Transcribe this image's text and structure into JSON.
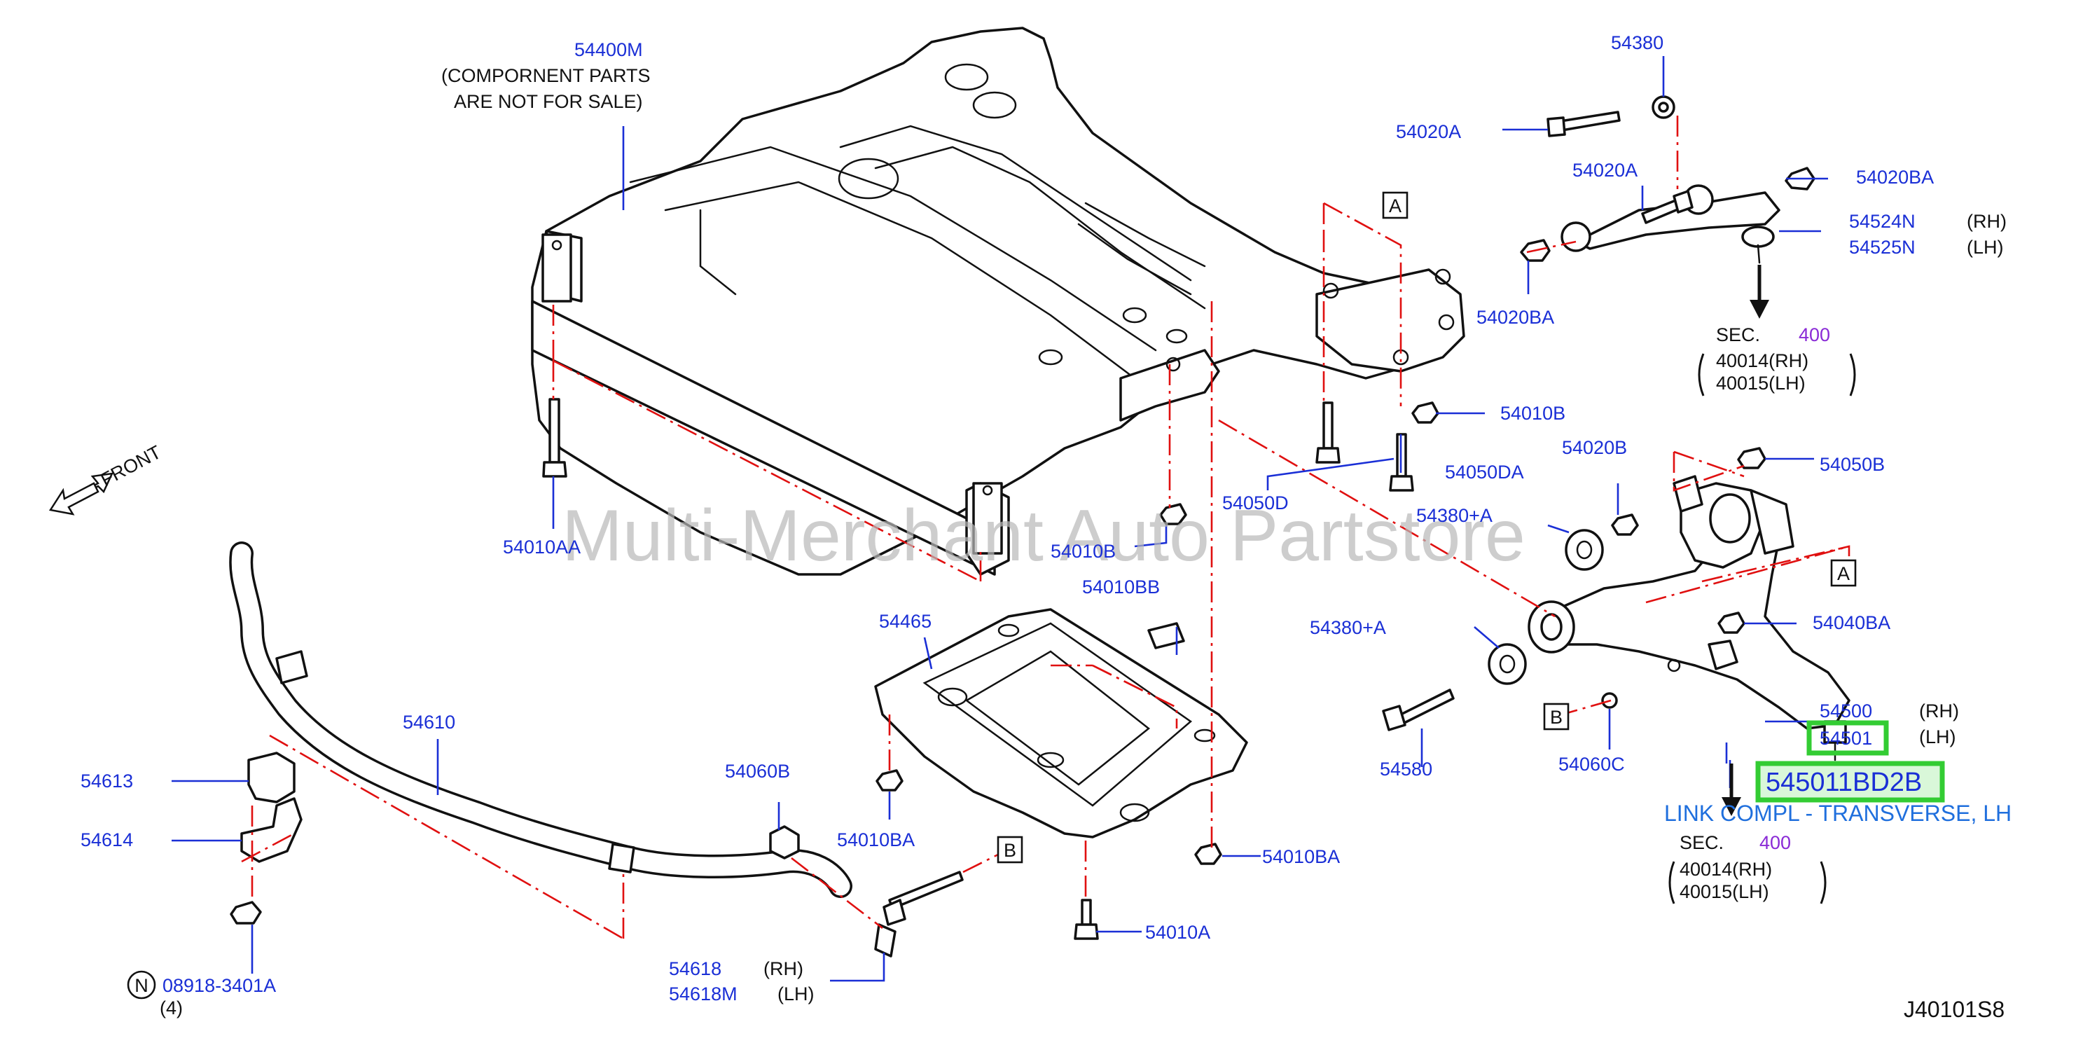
{
  "diagram": {
    "code": "J40101S8",
    "watermark": "Multi-Merchant Auto Partstore",
    "front_label": "FRONT",
    "highlight": {
      "part_number": "545011BD2B",
      "description": "LINK COMPL - TRANSVERSE, LH",
      "boxed_callout": "54501"
    },
    "callouts": {
      "c54400M": "54400M",
      "note1": "(COMPORNENT   PARTS",
      "note2": "ARE   NOT   FOR   SALE)",
      "c54380": "54380",
      "c54020A_1": "54020A",
      "c54020A_2": "54020A",
      "c54020BA_1": "54020BA",
      "c54020BA_2": "54020BA",
      "c54524N": "54524N",
      "c54525N": "54525N",
      "rh_1": "(RH)",
      "lh_1": "(LH)",
      "sec_1": "SEC.",
      "sec_1_num": "400",
      "ref_a1": "40014(RH)",
      "ref_b1": "40015(LH)",
      "c54010B_1": "54010B",
      "c54050DA": "54050DA",
      "c54050D": "54050D",
      "c54020B": "54020B",
      "c54050B": "54050B",
      "c54380A_1": "54380+A",
      "c54380A_2": "54380+A",
      "c54040BA": "54040BA",
      "c54010AA": "54010AA",
      "c54010B_2": "54010B",
      "c54010BB": "54010BB",
      "c54465": "54465",
      "c54610": "54610",
      "c54613": "54613",
      "c54614": "54614",
      "c54060B": "54060B",
      "c54010BA_1": "54010BA",
      "c54010BA_2": "54010BA",
      "c54010A": "54010A",
      "c54618": "54618",
      "c54618M": "54618M",
      "rh_2": "(RH)",
      "lh_2": "(LH)",
      "n_part": "08918-3401A",
      "n_qty": "(4)",
      "n_symbol": "N",
      "c54580": "54580",
      "c54060C": "54060C",
      "c54500": "54500",
      "rh_3": "(RH)",
      "lh_3": "(LH)",
      "sec_2": "SEC.",
      "sec_2_num": "400",
      "ref_a2": "40014(RH)",
      "ref_b2": "40015(LH)",
      "box_a1": "A",
      "box_a2": "A",
      "box_b1": "B",
      "box_b2": "B"
    }
  }
}
